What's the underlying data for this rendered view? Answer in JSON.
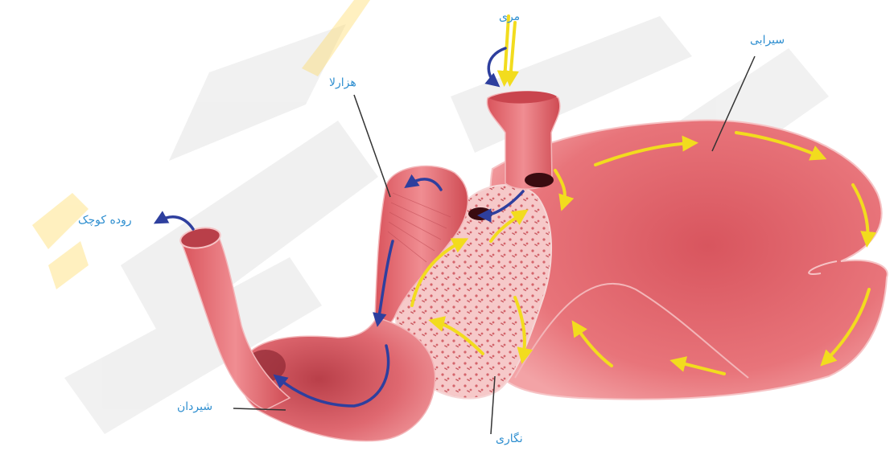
{
  "labels": {
    "mari": "مری",
    "sirabi": "سیرابی",
    "hezarla": "هزارلا",
    "roode_koochak": "روده کوچک",
    "shirdan": "شیردان",
    "negari": "نگاری"
  },
  "colors": {
    "label_text": "#2f8fd0",
    "tissue": "#e8646c",
    "tissue_light": "#f4a3a5",
    "flow_stomach": "#f2dc1e",
    "flow_intestine": "#2e3f9e",
    "watermark": "#3a3a3a",
    "leader_line": "#333333"
  }
}
